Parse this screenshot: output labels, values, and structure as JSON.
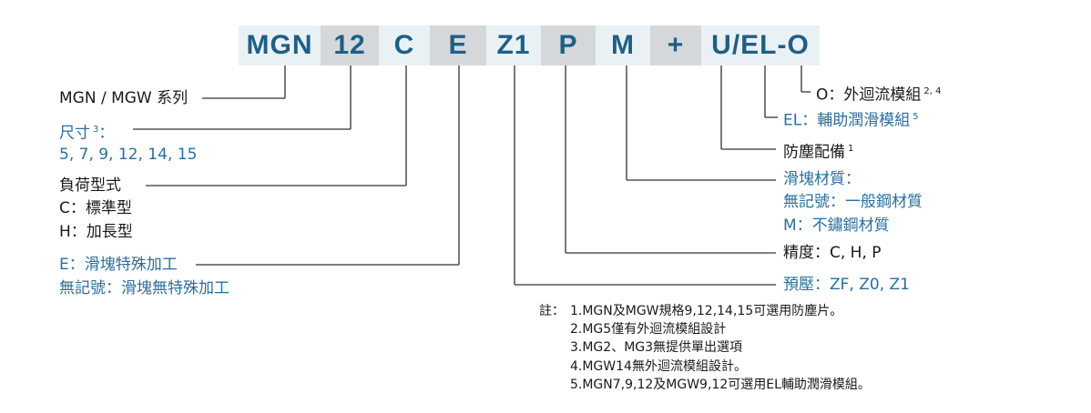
{
  "code_segments": [
    {
      "text": "MGN"
    },
    {
      "text": "12"
    },
    {
      "text": "C"
    },
    {
      "text": "E"
    },
    {
      "text": "Z1"
    },
    {
      "text": "P"
    },
    {
      "text": "M"
    },
    {
      "text": "+"
    },
    {
      "text": "U/EL-O"
    }
  ],
  "left_labels": {
    "series": "MGN / MGW 系列",
    "size_title": "尺寸",
    "size_sup": "3",
    "size_colon": "：",
    "size_values": "5, 7, 9, 12, 14, 15",
    "load_title": "負荷型式",
    "load_c": "C：標準型",
    "load_h": "H：加長型",
    "block_e": "E：滑塊特殊加工",
    "block_none": "無記號：滑塊無特殊加工"
  },
  "right_labels": {
    "o_text": "O：外迴流模組",
    "o_sup": "2, 4",
    "el_text": "EL：輔助潤滑模組",
    "el_sup": "5",
    "dust_text": "防塵配備",
    "dust_sup": "1",
    "material_title": "滑塊材質：",
    "material_none": "無記號：一般鋼材質",
    "material_m": "M：不鏽鋼材質",
    "precision": "精度：C, H, P",
    "preload": "預壓：ZF, Z0, Z1"
  },
  "notes": {
    "prefix": "註：",
    "items": [
      "1.MGN及MGW規格9,12,14,15可選用防塵片。",
      "2.MG5僅有外迴流模組設計",
      "3.MG2、MG3無提供單出選項",
      "4.MGW14無外迴流模組設計。",
      "5.MGN7,9,12及MGW9,12可選用EL輔助潤滑模組。"
    ]
  },
  "colors": {
    "code_text": "#1f5f86",
    "box_light": "#eaf1f5",
    "box_dark": "#d5d8da",
    "label_blue": "#2a6f9b",
    "label_dark": "#1a1a1a"
  }
}
